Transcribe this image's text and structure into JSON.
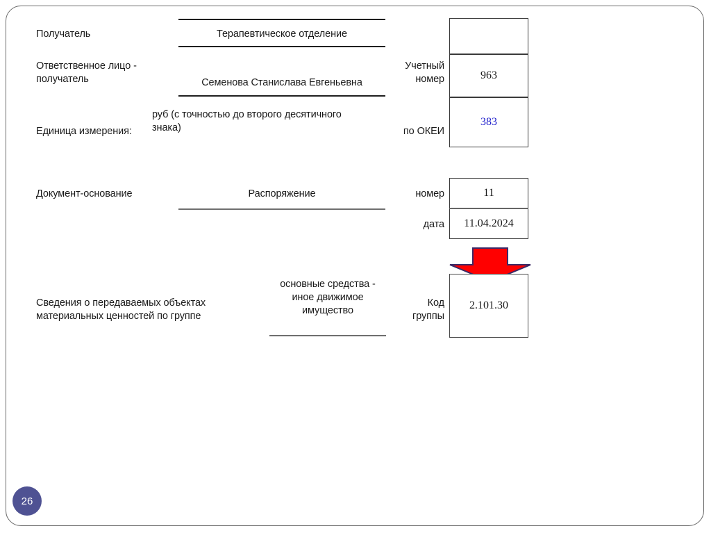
{
  "slide": {
    "page_number": "26",
    "badge_color": "#4f5293",
    "frame_color": "#6a6a6a"
  },
  "form": {
    "rows": [
      {
        "label": "Получатель",
        "value": "Терапевтическое отделение",
        "right_label": "",
        "right_value": ""
      },
      {
        "label": "Ответственное лицо -\nполучатель",
        "value": "Семенова Станислава Евгеньевна",
        "right_label": "Учетный\nномер",
        "right_value": "963"
      },
      {
        "label": "Единица измерения:",
        "value": "руб (с точностью до второго десятичного\nзнака)",
        "right_label": "по ОКЕИ",
        "right_value": "383"
      },
      {
        "label": "Документ-основание",
        "value": "Распоряжение",
        "right_label": "номер",
        "right_value": "11"
      },
      {
        "label": "",
        "value": "",
        "right_label": "дата",
        "right_value": "11.04.2024"
      },
      {
        "label": "Сведения о передаваемых объектах\nматериальных ценностей по группе",
        "value": "основные средства -\nиное движимое\nимущество",
        "right_label": "Код\nгруппы",
        "right_value": "2.101.30"
      }
    ]
  },
  "colors": {
    "okei_value": "#2222cc",
    "arrow_fill": "#ff0000",
    "arrow_stroke": "#3b2a66",
    "rule": "#1f1f1f"
  },
  "icons": {
    "arrow": "down-arrow-icon"
  }
}
